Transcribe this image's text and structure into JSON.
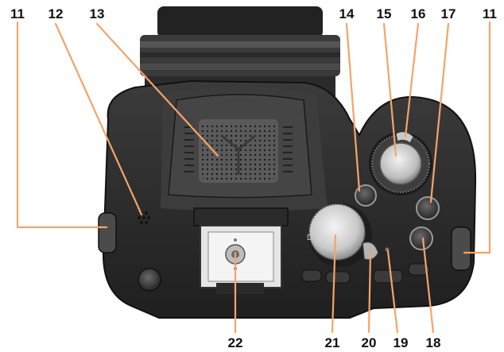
{
  "figure": {
    "colors": {
      "background": "#ffffff",
      "body": "#2a2a2a",
      "body_highlight": "#4a4a4a",
      "leader": "#f4a46a",
      "number": "#111111"
    },
    "callouts": [
      {
        "id": "c11-left",
        "number": "11",
        "part": "strap-eyelet-left"
      },
      {
        "id": "c12",
        "number": "12",
        "part": "speaker"
      },
      {
        "id": "c13",
        "number": "13",
        "part": "flash"
      },
      {
        "id": "c14",
        "number": "14",
        "part": "button-left-of-dial"
      },
      {
        "id": "c15",
        "number": "15",
        "part": "shutter-button"
      },
      {
        "id": "c16",
        "number": "16",
        "part": "zoom-lever"
      },
      {
        "id": "c17",
        "number": "17",
        "part": "button-upper-right"
      },
      {
        "id": "c11-right",
        "number": "11",
        "part": "strap-eyelet-right"
      },
      {
        "id": "c22",
        "number": "22",
        "part": "hot-shoe"
      },
      {
        "id": "c21",
        "number": "21",
        "part": "mode-dial"
      },
      {
        "id": "c20",
        "number": "20",
        "part": "dial-lever"
      },
      {
        "id": "c19",
        "number": "19",
        "part": "indicator-lamp"
      },
      {
        "id": "c18",
        "number": "18",
        "part": "button-lower-right"
      }
    ]
  }
}
